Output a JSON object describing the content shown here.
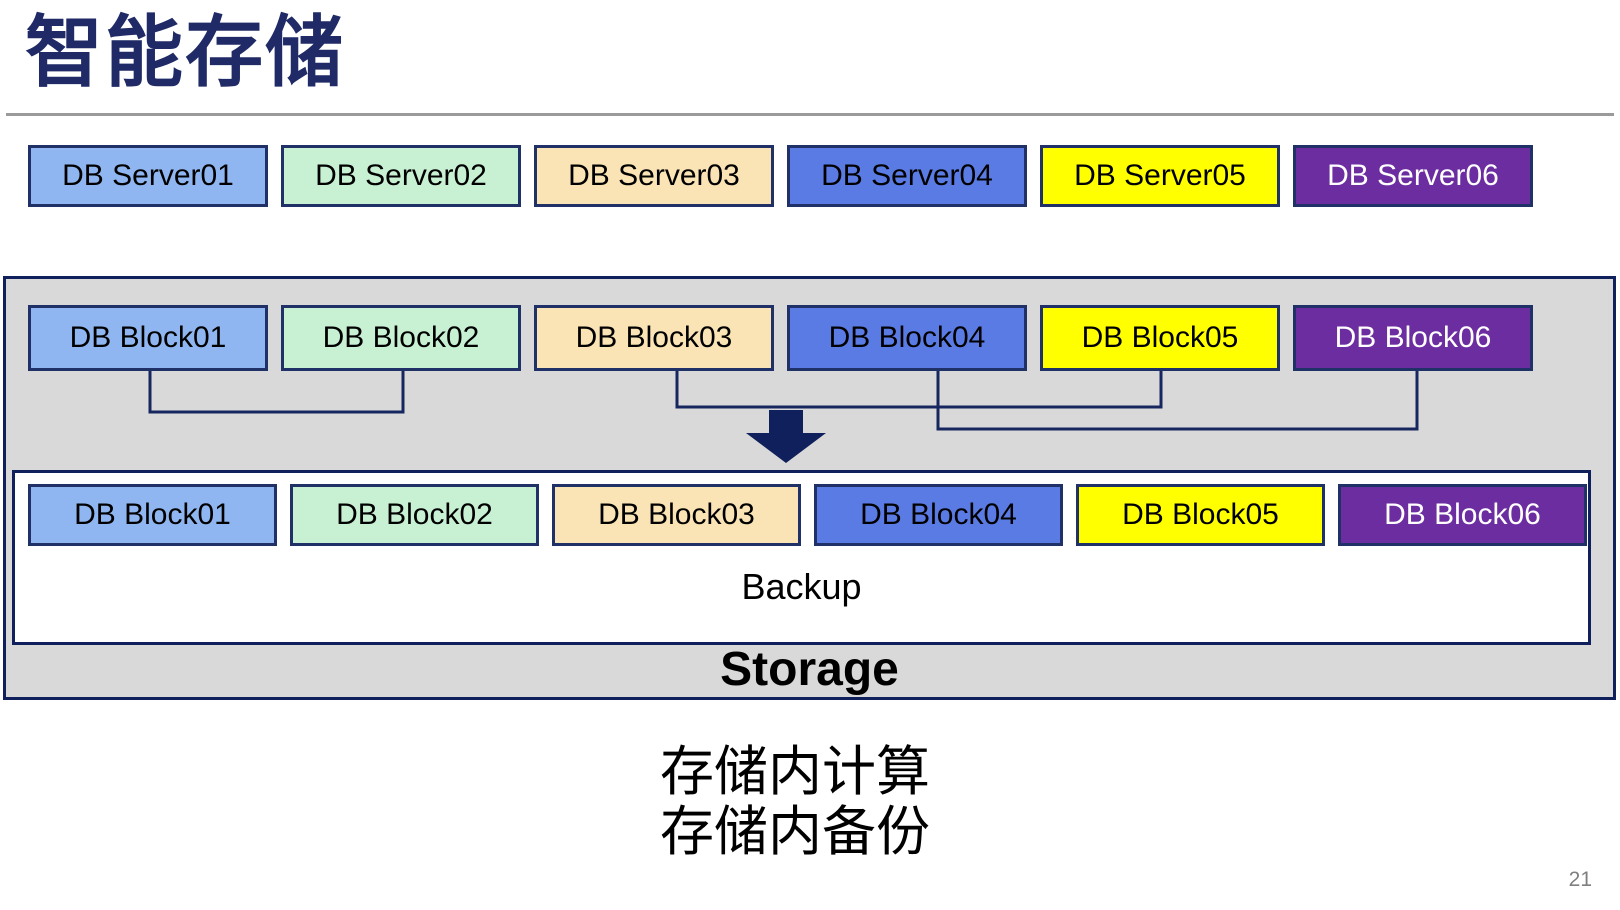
{
  "slide": {
    "title": "智能存储",
    "backup_label": "Backup",
    "storage_label": "Storage",
    "caption_line1": "存储内计算",
    "caption_line2": "存储内备份",
    "page_number": "21"
  },
  "servers": [
    {
      "label": "DB Server01"
    },
    {
      "label": "DB Server02"
    },
    {
      "label": "DB Server03"
    },
    {
      "label": "DB Server04"
    },
    {
      "label": "DB Server05"
    },
    {
      "label": "DB Server06"
    }
  ],
  "blocks_top": [
    {
      "label": "DB Block01"
    },
    {
      "label": "DB Block02"
    },
    {
      "label": "DB Block03"
    },
    {
      "label": "DB Block04"
    },
    {
      "label": "DB Block05"
    },
    {
      "label": "DB Block06"
    }
  ],
  "blocks_bottom": [
    {
      "label": "DB Block01"
    },
    {
      "label": "DB Block02"
    },
    {
      "label": "DB Block03"
    },
    {
      "label": "DB Block04"
    },
    {
      "label": "DB Block05"
    },
    {
      "label": "DB Block06"
    }
  ],
  "palette": [
    {
      "bg": "#8FB6F0",
      "fg": "#000000"
    },
    {
      "bg": "#C8F1D4",
      "fg": "#000000"
    },
    {
      "bg": "#FAE3B4",
      "fg": "#000000"
    },
    {
      "bg": "#5B7BE4",
      "fg": "#000000"
    },
    {
      "bg": "#FFFF00",
      "fg": "#000000"
    },
    {
      "bg": "#6C2DA0",
      "fg": "#FFFFFF"
    }
  ],
  "colors": {
    "title": "#1F2A66",
    "box_border": "#1F3166",
    "container_border": "#10205C",
    "container_fill": "#D9D9D9",
    "connector": "#16265E",
    "arrow": "#10205C",
    "rule": "#9A9A9A",
    "page_number": "#7F7F7F"
  }
}
